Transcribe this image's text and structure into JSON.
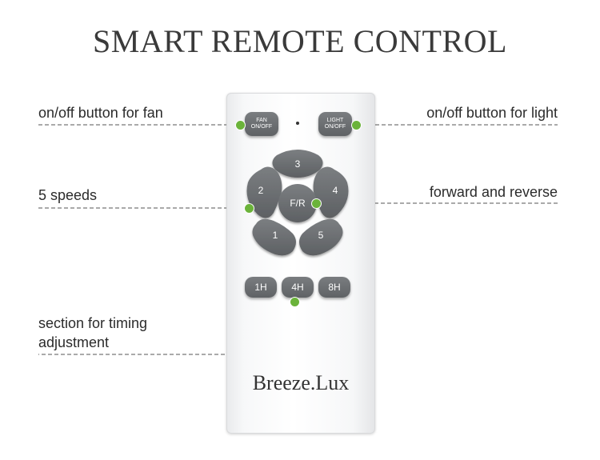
{
  "title": "SMART REMOTE CONTROL",
  "annotations": {
    "fan": "on/off button for fan",
    "light": "on/off button for light",
    "speeds": "5 speeds",
    "reverse": "forward and reverse",
    "timing_line1": "section for timing",
    "timing_line2": "adjustment"
  },
  "remote": {
    "fan_button": [
      "FAN",
      "ON/OFF"
    ],
    "light_button": [
      "LIGHT",
      "ON/OFF"
    ],
    "speed_buttons": [
      "3",
      "2",
      "4",
      "1",
      "5"
    ],
    "center_button": "F/R",
    "timer_buttons": [
      "1H",
      "4H",
      "8H"
    ],
    "brand": "Breeze.Lux"
  },
  "colors": {
    "button": "#6b6e71",
    "indicator_dot": "#6bb33a",
    "leader_line": "#555555"
  }
}
